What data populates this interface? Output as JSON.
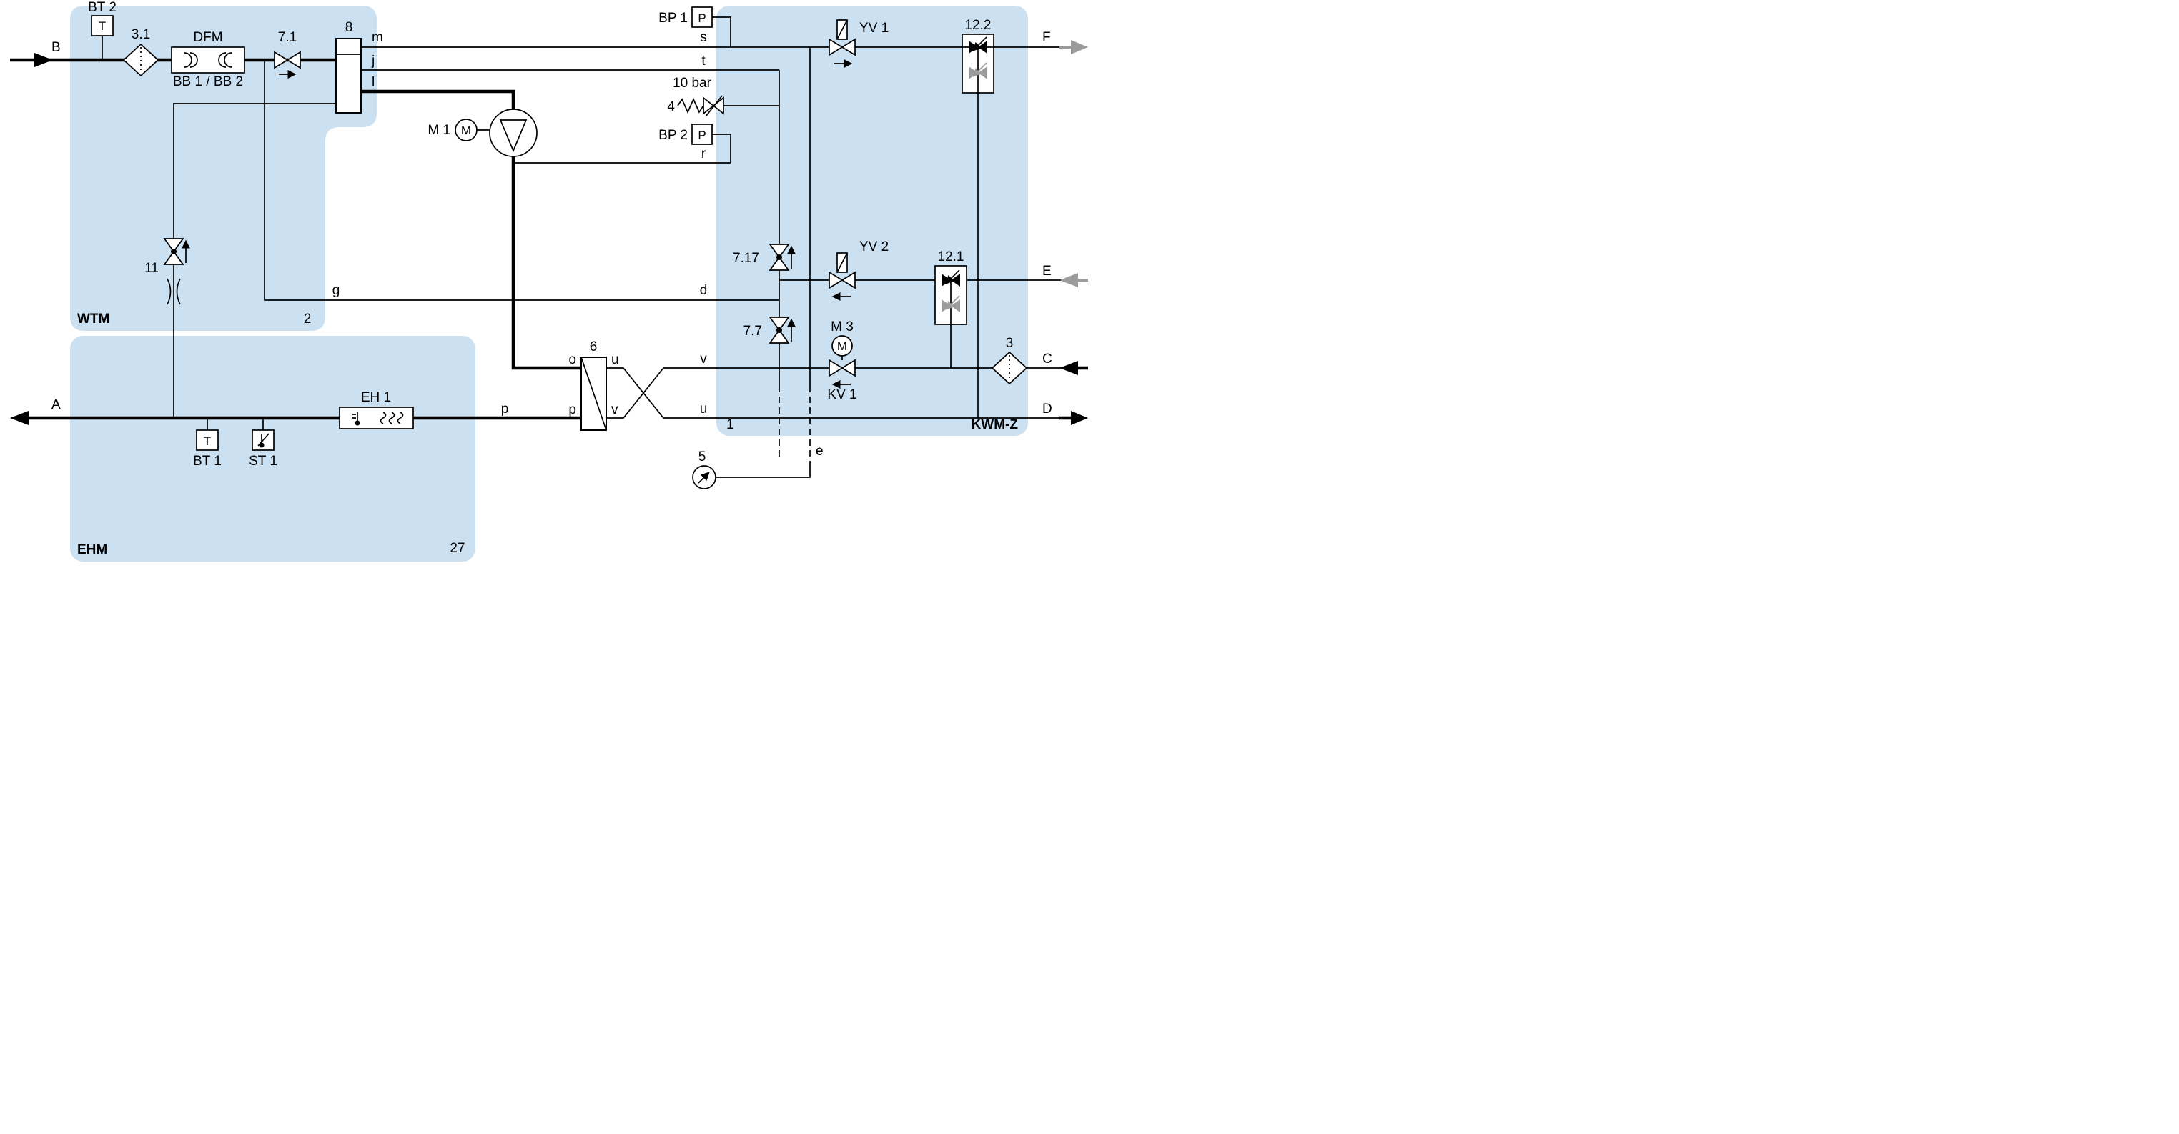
{
  "colors": {
    "region_fill": "#cbe0f1",
    "line": "#000000",
    "gray": "#9b9b9b",
    "background": "#ffffff"
  },
  "regions": {
    "wtm": {
      "label": "WTM",
      "number": "2"
    },
    "ehm": {
      "label": "EHM",
      "number": "27"
    },
    "kwmz": {
      "label": "KWM-Z",
      "number": "1"
    }
  },
  "ports": {
    "a": "A",
    "b": "B",
    "c": "C",
    "d": "D",
    "e": "E",
    "f": "F"
  },
  "lines": {
    "m": "m",
    "j": "j",
    "l": "l",
    "s": "s",
    "t": "t",
    "r": "r",
    "g": "g",
    "d": "d",
    "e": "e",
    "o_port": "o",
    "p_port": "p",
    "u_port": "u",
    "v_port": "v",
    "v_out": "v",
    "u_out": "u",
    "p_line": "p"
  },
  "components": {
    "bt2": {
      "label": "BT 2",
      "symbol": "T"
    },
    "bt1": {
      "label": "BT 1",
      "symbol": "T"
    },
    "st1": {
      "label": "ST 1"
    },
    "strainer_3_1": {
      "label": "3.1"
    },
    "strainer_3": {
      "label": "3"
    },
    "dfm": {
      "label": "DFM",
      "sublabel": "BB 1 / BB 2"
    },
    "valve_7_1": {
      "label": "7.1"
    },
    "vessel_8": {
      "label": "8"
    },
    "pump_m1": {
      "label": "M 1",
      "symbol": "M"
    },
    "bp1": {
      "label": "BP 1",
      "symbol": "P"
    },
    "bp2": {
      "label": "BP 2",
      "symbol": "P"
    },
    "relief_4": {
      "label": "4",
      "pressure": "10 bar"
    },
    "yv1": {
      "label": "YV 1"
    },
    "yv2": {
      "label": "YV 2"
    },
    "coupling_12_2": {
      "label": "12.2"
    },
    "coupling_12_1": {
      "label": "12.1"
    },
    "valve_7_17": {
      "label": "7.17"
    },
    "valve_7_7": {
      "label": "7.7"
    },
    "valve_11": {
      "label": "11"
    },
    "m3": {
      "label": "M 3",
      "symbol": "M"
    },
    "kv1": {
      "label": "KV 1"
    },
    "hx_6": {
      "label": "6"
    },
    "gauge_5": {
      "label": "5"
    },
    "eh1": {
      "label": "EH 1"
    }
  }
}
